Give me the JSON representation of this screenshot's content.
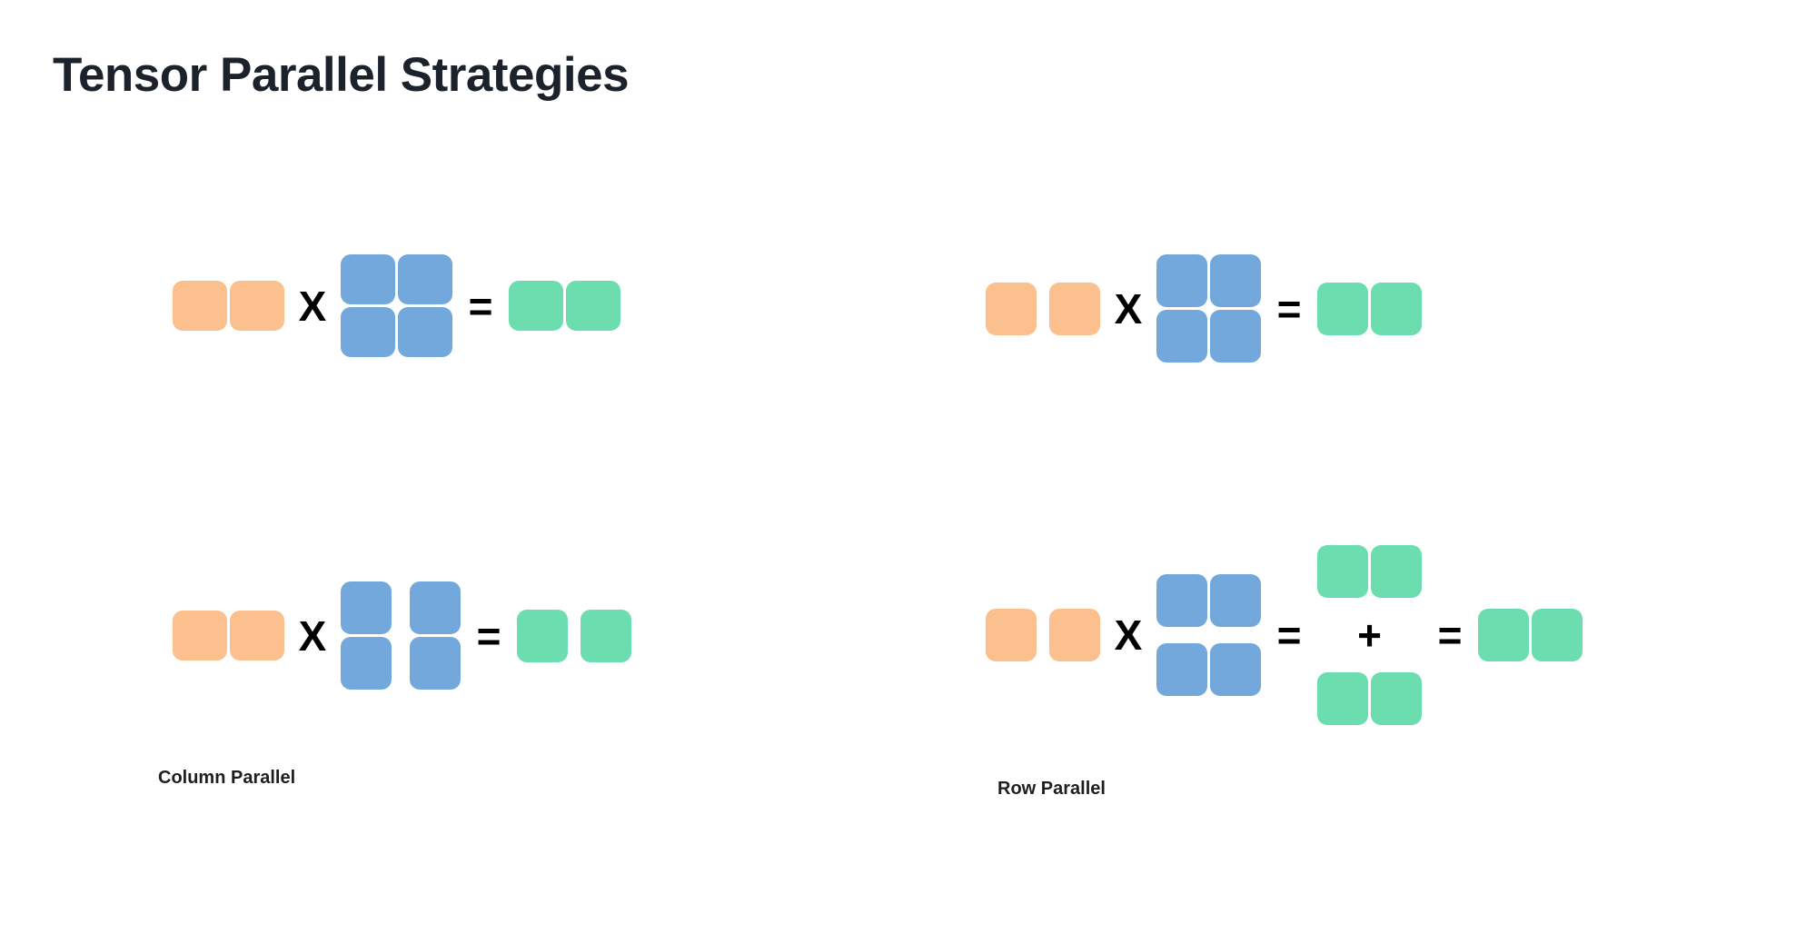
{
  "page": {
    "title": "Tensor Parallel Strategies",
    "background": "#ffffff"
  },
  "colors": {
    "input_orange": "#fcc08f",
    "weight_blue": "#72a8dc",
    "output_green": "#6bddae",
    "title_text": "#1b222c",
    "label_text": "#1e1e1e",
    "operator": "#000000"
  },
  "operators": {
    "multiply": "X",
    "equals": "=",
    "plus": "+"
  },
  "diagrams": [
    {
      "id": "row1-left",
      "label": "",
      "description": "Unsharded matrix multiply: input row vector times full 2x2 weight matrix equals full output row vector",
      "input": {
        "color": "input_orange",
        "rows": 1,
        "cols": 2,
        "split": "none"
      },
      "weight": {
        "color": "weight_blue",
        "rows": 2,
        "cols": 2,
        "split": "none"
      },
      "output": {
        "color": "output_green",
        "rows": 1,
        "cols": 2,
        "split": "none"
      }
    },
    {
      "id": "row1-right",
      "label": "",
      "description": "Unsharded matrix multiply shown for row parallel baseline",
      "input": {
        "color": "input_orange",
        "rows": 1,
        "cols": 2,
        "split": "columns"
      },
      "weight": {
        "color": "weight_blue",
        "rows": 2,
        "cols": 2,
        "split": "none"
      },
      "output": {
        "color": "output_green",
        "rows": 1,
        "cols": 2,
        "split": "none"
      }
    },
    {
      "id": "row2-left",
      "label": "Column Parallel",
      "description": "Weight matrix split by columns; each device produces one column of the output",
      "input": {
        "color": "input_orange",
        "rows": 1,
        "cols": 2,
        "split": "none"
      },
      "weight": {
        "color": "weight_blue",
        "rows": 2,
        "cols": 2,
        "split": "columns"
      },
      "output": {
        "color": "output_green",
        "rows": 1,
        "cols": 2,
        "split": "columns"
      }
    },
    {
      "id": "row2-right",
      "label": "Row Parallel",
      "description": "Weight matrix split by rows; each device produces a partial sum that is all-reduced into the final output",
      "input": {
        "color": "input_orange",
        "rows": 1,
        "cols": 2,
        "split": "columns"
      },
      "weight": {
        "color": "weight_blue",
        "rows": 2,
        "cols": 2,
        "split": "rows"
      },
      "partials": [
        {
          "color": "output_green",
          "rows": 1,
          "cols": 2
        },
        {
          "color": "output_green",
          "rows": 1,
          "cols": 2
        }
      ],
      "output": {
        "color": "output_green",
        "rows": 1,
        "cols": 2,
        "split": "none"
      }
    }
  ],
  "labels": {
    "column_parallel": "Column Parallel",
    "row_parallel": "Row Parallel"
  }
}
